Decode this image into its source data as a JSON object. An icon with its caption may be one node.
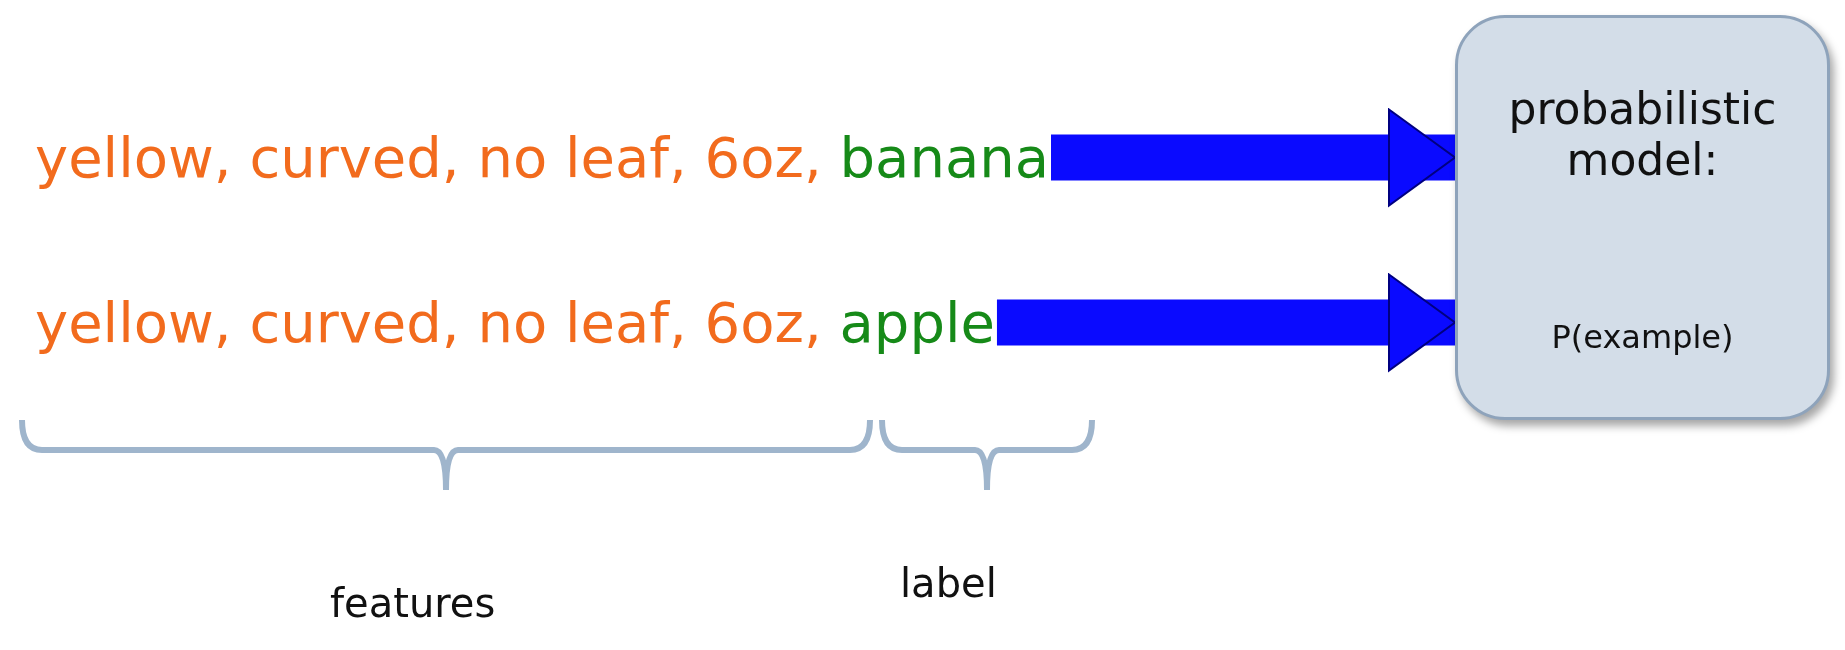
{
  "diagram": {
    "nodes": [
      {
        "text": [
          "yellow, curved, no leaf, 6oz,",
          "banana"
        ]
      },
      {
        "text": [
          "yellow, curved, no leaf, 6oz,",
          "apple"
        ]
      },
      {
        "text": [
          "probabilistic model:",
          "P(example)"
        ]
      }
    ],
    "edges": [
      {
        "from": 0,
        "to": 2,
        "arrow": "to"
      },
      {
        "from": 1,
        "to": 2,
        "arrow": "to"
      }
    ],
    "labels": [
      "features",
      "label"
    ]
  }
}
